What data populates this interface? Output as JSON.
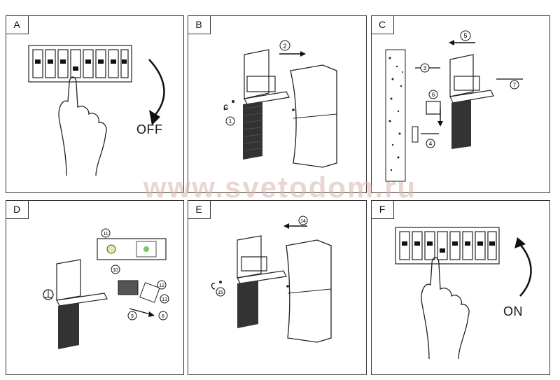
{
  "panels": [
    {
      "letter": "A",
      "word": "OFF"
    },
    {
      "letter": "B"
    },
    {
      "letter": "C"
    },
    {
      "letter": "D"
    },
    {
      "letter": "E"
    },
    {
      "letter": "F",
      "word": "ON"
    }
  ],
  "callouts": [
    "1",
    "2",
    "3",
    "4",
    "5",
    "6",
    "7",
    "8",
    "9",
    "10",
    "11",
    "12",
    "13",
    "14",
    "15"
  ],
  "watermark": "www.svetodom.ru"
}
